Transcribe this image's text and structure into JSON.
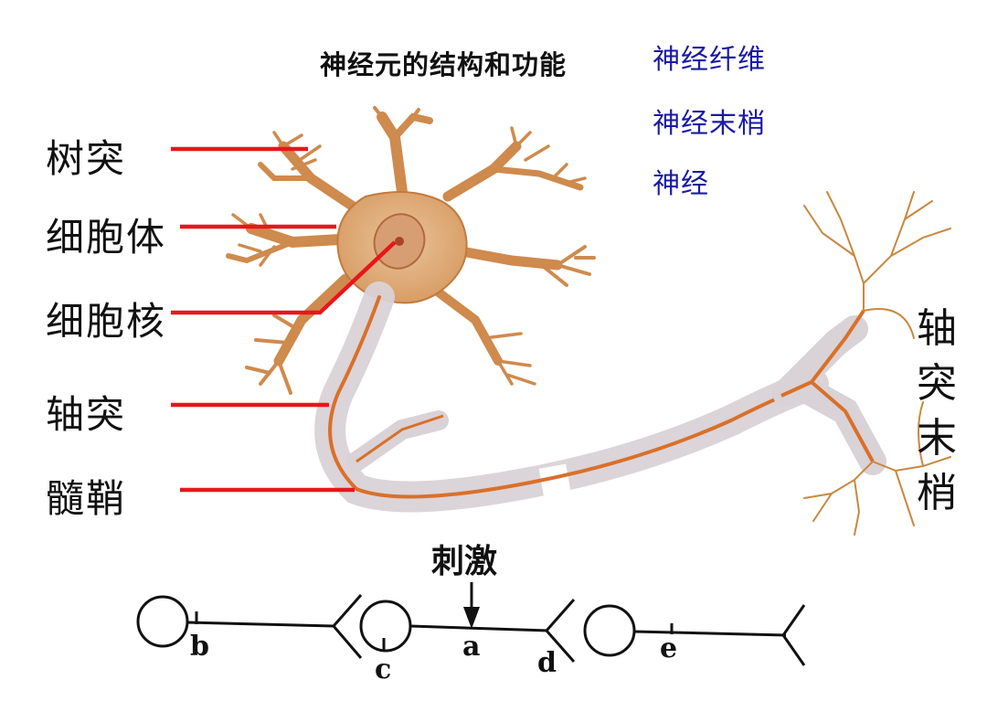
{
  "title": "神经元的结构和功能",
  "terms": [
    "神经纤维",
    "神经末梢",
    "神经"
  ],
  "labels": {
    "dendrite": "树突",
    "cell_body": "细胞体",
    "nucleus": "细胞核",
    "axon": "轴突",
    "myelin_sheath": "髓鞘",
    "axon_terminal": "轴突末梢"
  },
  "circuit": {
    "stimulus": "刺激",
    "points": [
      "b",
      "c",
      "a",
      "d",
      "e"
    ]
  },
  "colors": {
    "leader_line": "#e8161b",
    "neuron_fill": "#dca06a",
    "neuron_edge": "#b9682c",
    "myelin": "#d9d2d6",
    "axon_core": "#d9702a",
    "term_text": "#1a1aa6"
  }
}
